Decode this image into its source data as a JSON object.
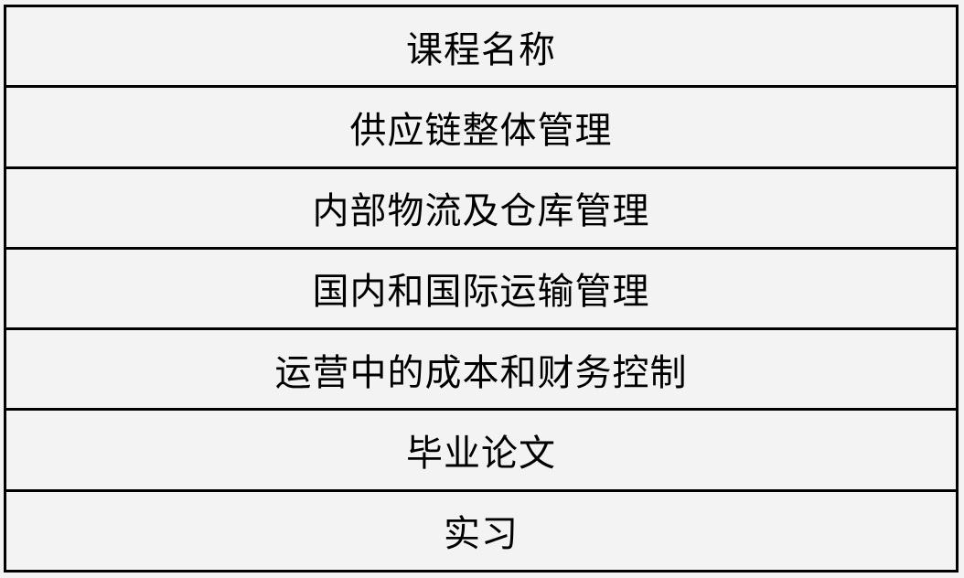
{
  "table": {
    "header": "课程名称",
    "rows": [
      "供应链整体管理",
      "内部物流及仓库管理",
      "国内和国际运输管理",
      "运营中的成本和财务控制",
      "毕业论文",
      "实习"
    ]
  }
}
